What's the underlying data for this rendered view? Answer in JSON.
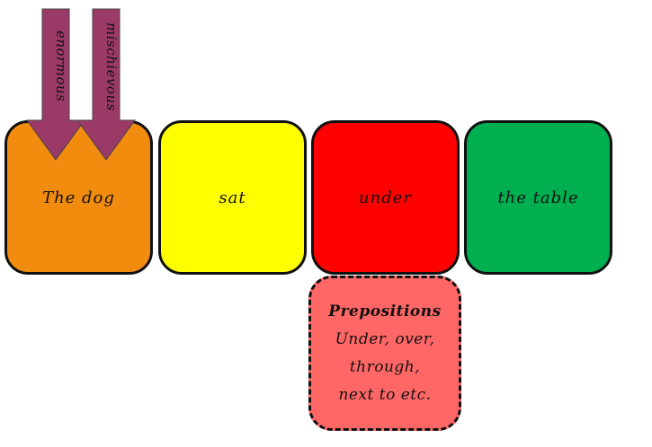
{
  "blocks": [
    {
      "label": "The dog",
      "color": "#F28C0F"
    },
    {
      "label": "sat",
      "color": "#FFFF00"
    },
    {
      "label": "under",
      "color": "#FF0000"
    },
    {
      "label": "the table",
      "color": "#00B050"
    }
  ],
  "arrows": [
    {
      "label": "enormous",
      "color": "#9B3A67"
    },
    {
      "label": "mischievous",
      "color": "#9B3A67"
    }
  ],
  "note": {
    "title": "Prepositions",
    "lines": [
      "Under, over,",
      "through,",
      "next to etc."
    ],
    "color": "#FF6666"
  }
}
